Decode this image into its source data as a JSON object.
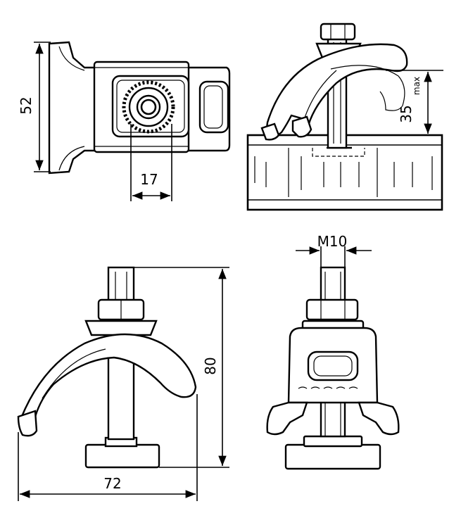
{
  "drawing": {
    "dimensions": {
      "height": "52",
      "width": "17",
      "clamp_height": "35",
      "clamp_height_sub": "max",
      "thread": "M10",
      "total_height": "80",
      "total_length": "72"
    }
  }
}
